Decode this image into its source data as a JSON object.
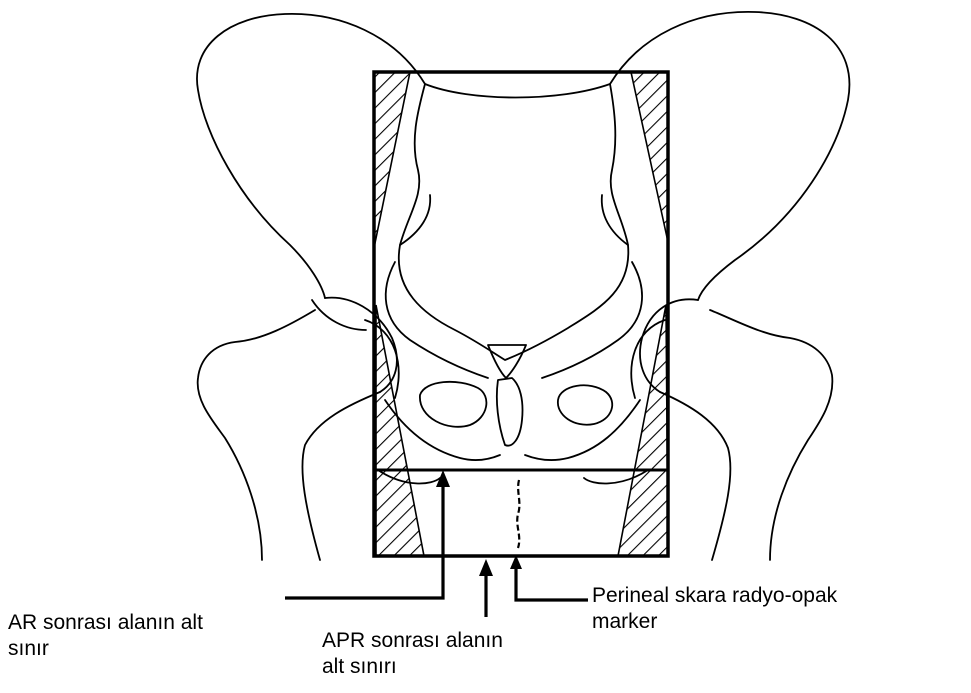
{
  "labels": {
    "ar_lower_border": "AR sonrası alanın alt\nsınır",
    "apr_lower_border": "APR sonrası alanın\nalt sınırı",
    "perineal_marker": "Perineal skara radyo-opak\nmarker"
  },
  "colors": {
    "line": "#000000",
    "background": "#ffffff"
  }
}
